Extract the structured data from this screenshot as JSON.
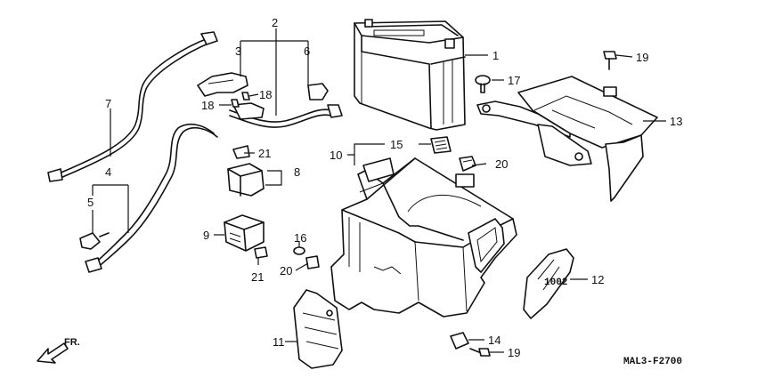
{
  "diagram": {
    "callouts": [
      "1",
      "2",
      "3",
      "6",
      "18",
      "18",
      "7",
      "4",
      "5",
      "21",
      "8",
      "9",
      "21",
      "16",
      "20",
      "10",
      "15",
      "20",
      "17",
      "19",
      "13",
      "12",
      "11",
      "14",
      "19"
    ],
    "direction_label": "FR.",
    "drawing_code": "MAL3-F2700"
  }
}
